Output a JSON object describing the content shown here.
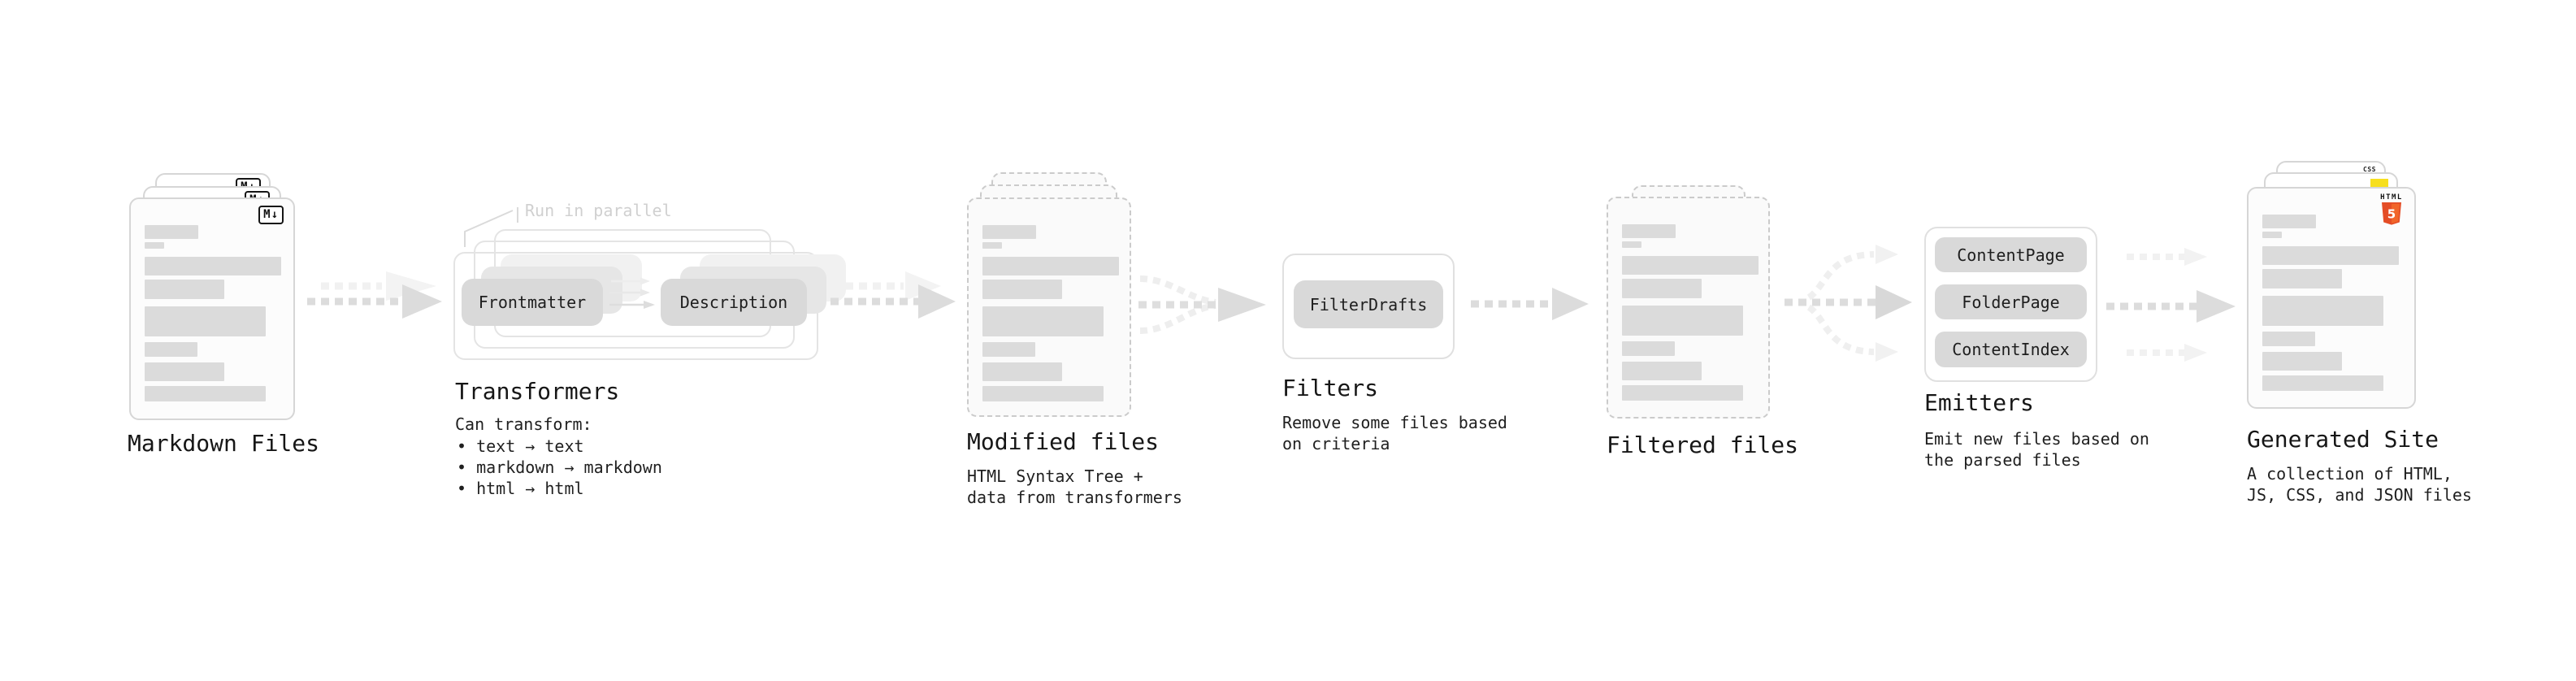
{
  "stages": {
    "markdown_files": {
      "title": "Markdown Files",
      "badge": "M↓"
    },
    "transformers": {
      "title": "Transformers",
      "annotation": "Run in parallel",
      "pill_left": "Frontmatter",
      "pill_right": "Description",
      "note_heading": "Can transform:",
      "bullets": [
        "• text → text",
        "• markdown → markdown",
        "• html → html"
      ]
    },
    "modified_files": {
      "title": "Modified files",
      "note_lines": [
        "HTML Syntax Tree +",
        "data from transformers"
      ]
    },
    "filters": {
      "title": "Filters",
      "pill": "FilterDrafts",
      "note_lines": [
        "Remove some files based",
        "on criteria"
      ]
    },
    "filtered_files": {
      "title": "Filtered files"
    },
    "emitters": {
      "title": "Emitters",
      "pills": [
        "ContentPage",
        "FolderPage",
        "ContentIndex"
      ],
      "note_lines": [
        "Emit new files based on",
        "the parsed files"
      ]
    },
    "generated_site": {
      "title": "Generated Site",
      "note_lines": [
        "A collection of HTML,",
        "JS, CSS, and JSON files"
      ],
      "badges": {
        "css": "CSS",
        "html_text": "HTML",
        "html_number": "5"
      }
    }
  },
  "colors": {
    "css_accent": "#2965f1",
    "js_accent": "#f7df1e",
    "html_accent": "#e44d26",
    "html_accent_light": "#f16529"
  }
}
